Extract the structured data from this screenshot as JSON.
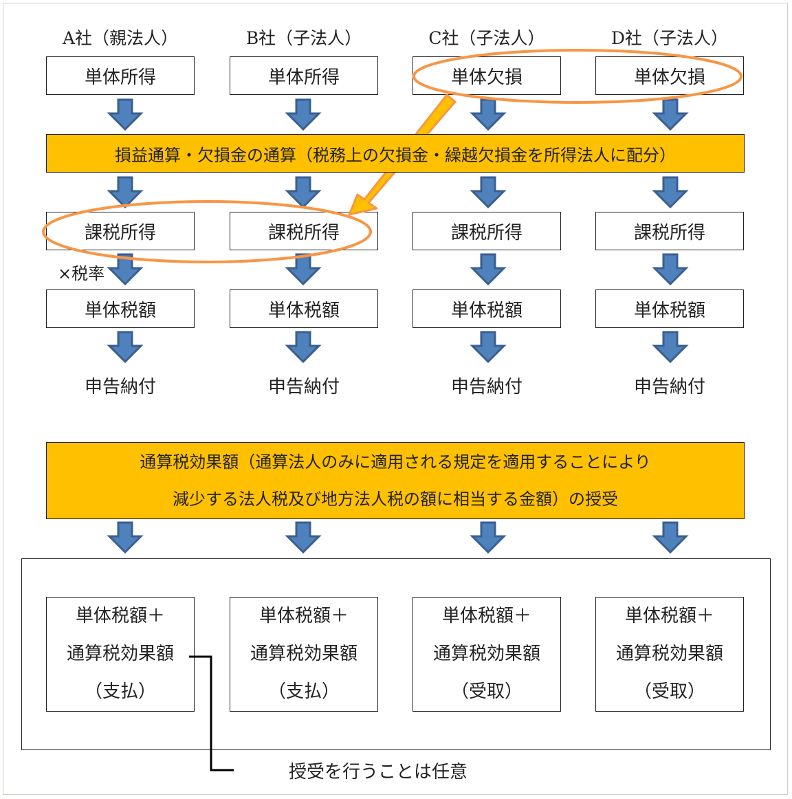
{
  "companies": [
    {
      "header": "A社（親法人）",
      "start": "単体所得",
      "taxable": "課税所得",
      "tax": "単体税額",
      "filing": "申告納付",
      "final_line1": "単体税額＋",
      "final_line2": "通算税効果額",
      "final_line3": "（支払）"
    },
    {
      "header": "B社（子法人）",
      "start": "単体所得",
      "taxable": "課税所得",
      "tax": "単体税額",
      "filing": "申告納付",
      "final_line1": "単体税額＋",
      "final_line2": "通算税効果額",
      "final_line3": "（支払）"
    },
    {
      "header": "C社（子法人）",
      "start": "単体欠損",
      "taxable": "課税所得",
      "tax": "単体税額",
      "filing": "申告納付",
      "final_line1": "単体税額＋",
      "final_line2": "通算税効果額",
      "final_line3": "（受取）"
    },
    {
      "header": "D社（子法人）",
      "start": "単体欠損",
      "taxable": "課税所得",
      "tax": "単体税額",
      "filing": "申告納付",
      "final_line1": "単体税額＋",
      "final_line2": "通算税効果額",
      "final_line3": "（受取）"
    }
  ],
  "band1": "損益通算・欠損金の通算（税務上の欠損金・繰越欠損金を所得法人に配分）",
  "band2_line1": "通算税効果額（通算法人のみに適用される規定を適用することにより",
  "band2_line2": "減少する法人税及び地方法人税の額に相当する金額）の授受",
  "tax_rate_label": "×税率",
  "note": "授受を行うことは任意",
  "colors": {
    "band": "#ffc000",
    "arrow": "#4f81bd",
    "highlight": "#f79646"
  }
}
